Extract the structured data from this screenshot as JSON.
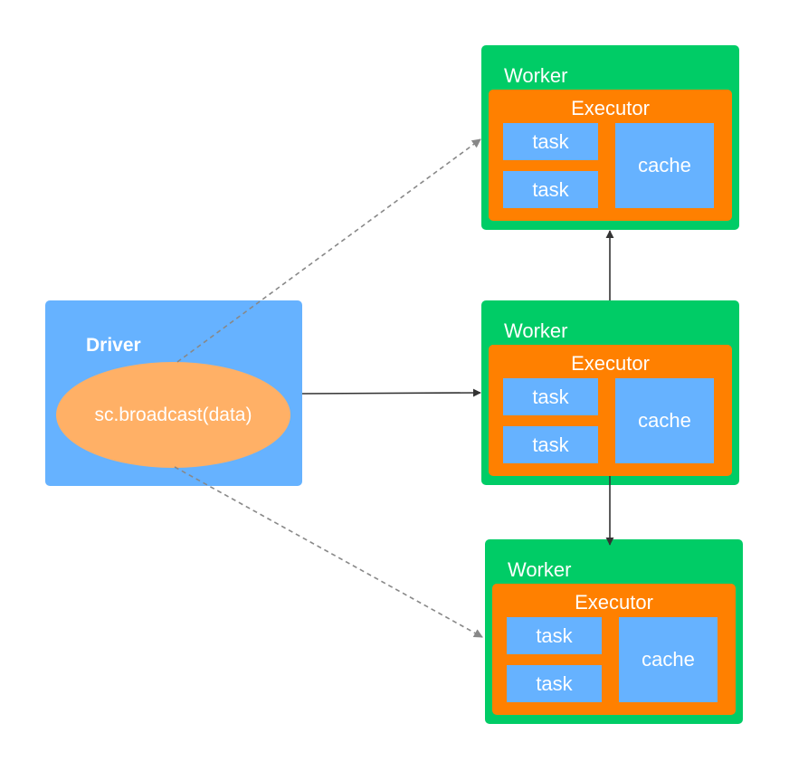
{
  "colors": {
    "worker": "#00cc66",
    "executor": "#ff8000",
    "slot": "#66b2ff",
    "driver": "#66b2ff",
    "driver_ellipse": "#ffb066",
    "edge_solid": "#333333",
    "edge_dashed": "#888888"
  },
  "driver": {
    "title": "Driver",
    "code": "sc.broadcast(data)"
  },
  "workers": [
    {
      "label": "Worker",
      "executor": "Executor",
      "tasks": [
        "task",
        "task"
      ],
      "cache": "cache"
    },
    {
      "label": "Worker",
      "executor": "Executor",
      "tasks": [
        "task",
        "task"
      ],
      "cache": "cache"
    },
    {
      "label": "Worker",
      "executor": "Executor",
      "tasks": [
        "task",
        "task"
      ],
      "cache": "cache"
    }
  ],
  "edges": [
    {
      "from": "driver",
      "to": "worker-2",
      "style": "solid"
    },
    {
      "from": "driver",
      "to": "worker-1",
      "style": "dashed"
    },
    {
      "from": "driver",
      "to": "worker-3",
      "style": "dashed"
    },
    {
      "from": "worker-2",
      "to": "worker-1",
      "style": "solid"
    },
    {
      "from": "worker-2",
      "to": "worker-3",
      "style": "solid"
    }
  ]
}
